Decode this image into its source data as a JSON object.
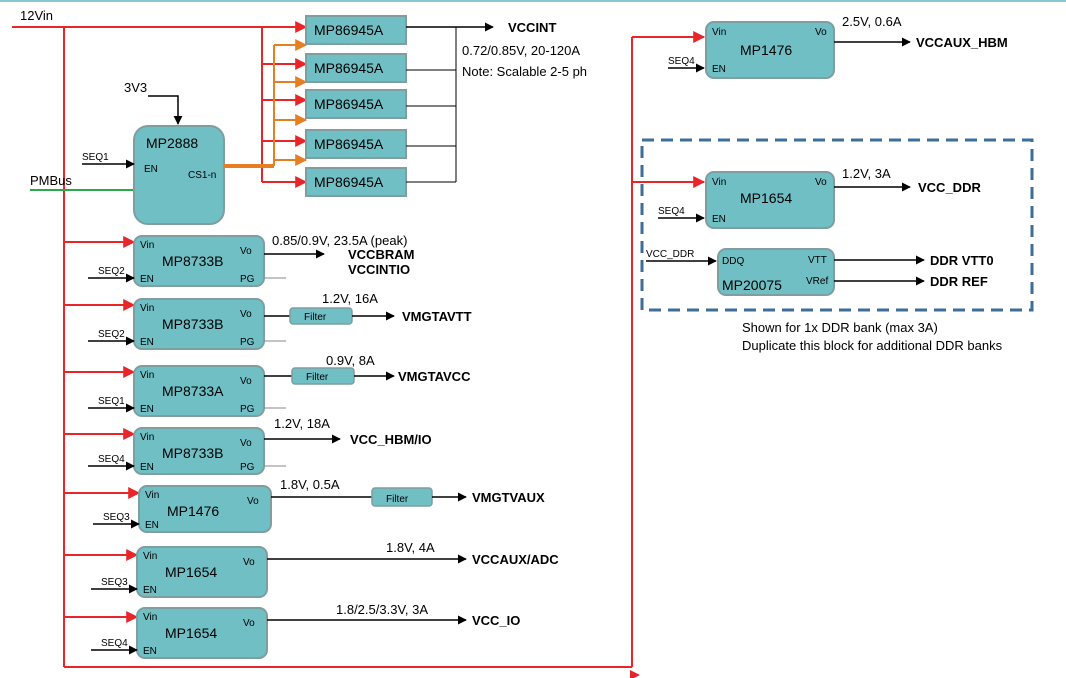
{
  "colors": {
    "rail": "#e8262a",
    "block": "#6fbfc4",
    "block_stroke": "#7e9ea0",
    "dashed": "#3d6e98",
    "orange": "#e67e22",
    "pmbus": "#2aa84a",
    "top_rule": "#86c8d4"
  },
  "input_rail": "12Vin",
  "pmbus": "PMBus",
  "supply_3v3": "3V3",
  "controller": {
    "name": "MP2888",
    "seq": "SEQ1",
    "en": "EN",
    "cs": "CS1-n"
  },
  "phases": [
    "MP86945A",
    "MP86945A",
    "MP86945A",
    "MP86945A",
    "MP86945A"
  ],
  "vccint": {
    "name": "VCCINT",
    "spec": "0.72/0.85V, 20-120A",
    "note": "Note: Scalable 2-5 ph"
  },
  "left_regs": [
    {
      "chip": "MP8733B",
      "seq": "SEQ2",
      "vin": "Vin",
      "vo": "Vo",
      "en": "EN",
      "pg": "PG",
      "spec": "0.85/0.9V, 23.5A (peak)",
      "out": "VCCBRAM",
      "out2": "VCCINTIO",
      "filter": ""
    },
    {
      "chip": "MP8733B",
      "seq": "SEQ2",
      "vin": "Vin",
      "vo": "Vo",
      "en": "EN",
      "pg": "PG",
      "spec": "1.2V, 16A",
      "out": "VMGTAVTT",
      "out2": "",
      "filter": "Filter"
    },
    {
      "chip": "MP8733A",
      "seq": "SEQ1",
      "vin": "Vin",
      "vo": "Vo",
      "en": "EN",
      "pg": "PG",
      "spec": "0.9V, 8A",
      "out": "VMGTAVCC",
      "out2": "",
      "filter": "Filter"
    },
    {
      "chip": "MP8733B",
      "seq": "SEQ4",
      "vin": "Vin",
      "vo": "Vo",
      "en": "EN",
      "pg": "PG",
      "spec": "1.2V, 18A",
      "out": "VCC_HBM/IO",
      "out2": "",
      "filter": ""
    },
    {
      "chip": "MP1476",
      "seq": "SEQ3",
      "vin": "Vin",
      "vo": "Vo",
      "en": "EN",
      "pg": "",
      "spec": "1.8V, 0.5A",
      "out": "VMGTVAUX",
      "out2": "",
      "filter": "Filter"
    },
    {
      "chip": "MP1654",
      "seq": "SEQ3",
      "vin": "Vin",
      "vo": "Vo",
      "en": "EN",
      "pg": "",
      "spec": "1.8V, 4A",
      "out": "VCCAUX/ADC",
      "out2": "",
      "filter": ""
    },
    {
      "chip": "MP1654",
      "seq": "SEQ4",
      "vin": "Vin",
      "vo": "Vo",
      "en": "EN",
      "pg": "",
      "spec": "1.8/2.5/3.3V, 3A",
      "out": "VCC_IO",
      "out2": "",
      "filter": ""
    }
  ],
  "hbm": {
    "chip": "MP1476",
    "seq": "SEQ4",
    "vin": "Vin",
    "vo": "Vo",
    "en": "EN",
    "spec": "2.5V, 0.6A",
    "out": "VCCAUX_HBM"
  },
  "ddr": {
    "chip": "MP1654",
    "seq": "SEQ4",
    "vin": "Vin",
    "vo": "Vo",
    "en": "EN",
    "spec": "1.2V, 3A",
    "out": "VCC_DDR"
  },
  "vtt": {
    "chip": "MP20075",
    "input": "VCC_DDR",
    "ddq": "DDQ",
    "vtt": "VTT",
    "vref": "VRef",
    "out1": "DDR VTT0",
    "out2": "DDR REF"
  },
  "ddr_note1": "Shown for 1x DDR bank (max 3A)",
  "ddr_note2": "Duplicate this block for additional DDR banks"
}
